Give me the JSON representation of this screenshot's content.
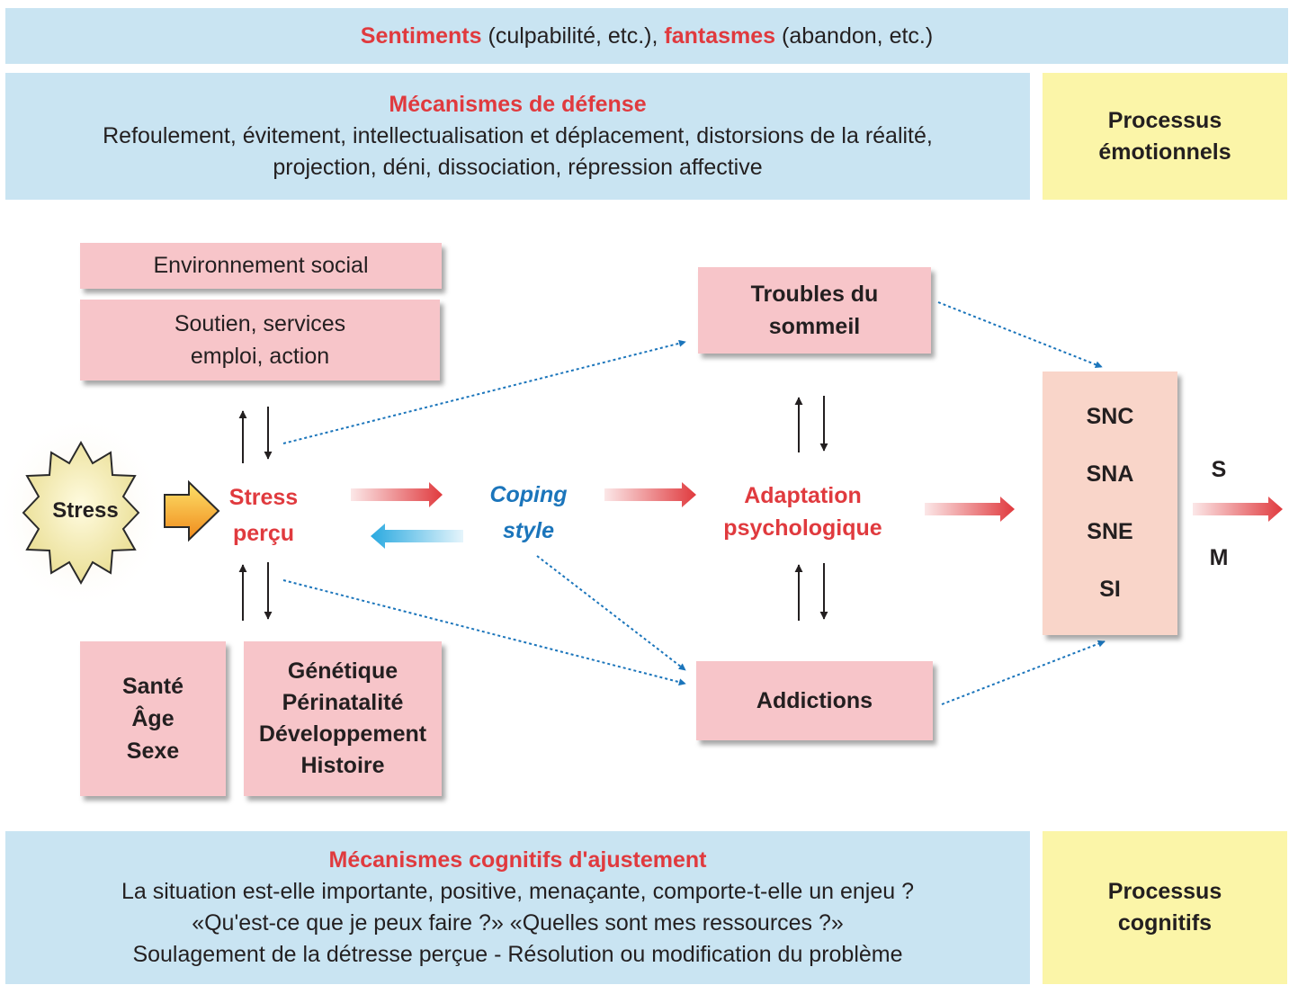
{
  "top_banner": {
    "sentiments": "Sentiments",
    "sentiments_detail": " (culpabilité, etc.), ",
    "fantasmes": "fantasmes",
    "fantasmes_detail": " (abandon, etc.)"
  },
  "defense": {
    "title": "Mécanismes de défense",
    "line1": "Refoulement, évitement, intellectualisation et déplacement, distorsions de la réalité,",
    "line2": "projection, déni, dissociation, répression affective"
  },
  "emotional_process": {
    "line1": "Processus",
    "line2": "émotionnels"
  },
  "social_env": {
    "label": "Environnement social"
  },
  "support": {
    "line1": "Soutien, services",
    "line2": "emploi, action"
  },
  "stress_burst": {
    "label": "Stress"
  },
  "perceived_stress": {
    "line1": "Stress",
    "line2": "perçu"
  },
  "coping": {
    "line1": "Coping",
    "line2": "style"
  },
  "adaptation": {
    "line1": "Adaptation",
    "line2": "psychologique"
  },
  "sleep": {
    "line1": "Troubles du",
    "line2": "sommeil"
  },
  "addictions": {
    "label": "Addictions"
  },
  "systems": {
    "items": [
      "SNC",
      "SNA",
      "SNE",
      "SI"
    ]
  },
  "outcomes": {
    "s": "S",
    "m": "M"
  },
  "health_box": {
    "lines": [
      "Santé",
      "Âge",
      "Sexe"
    ]
  },
  "genetics_box": {
    "lines": [
      "Génétique",
      "Périnatalité",
      "Développement",
      "Histoire"
    ]
  },
  "cognitive": {
    "title": "Mécanismes cognitifs d'ajustement",
    "line1": "La situation est-elle importante, positive, menaçante, comporte-t-elle un enjeu ?",
    "line2": "«Qu'est-ce que je peux faire ?» «Quelles sont mes ressources ?»",
    "line3": "Soulagement de la détresse perçue - Résolution ou modification du problème"
  },
  "cognitive_process": {
    "line1": "Processus",
    "line2": "cognitifs"
  },
  "colors": {
    "red": "#e03a3e",
    "blue_text": "#1b75bb",
    "panel_blue": "#c9e4f2",
    "panel_yellow": "#fbf5a8",
    "box_pink": "#f7c5c9",
    "box_peach": "#f9d5c9"
  }
}
